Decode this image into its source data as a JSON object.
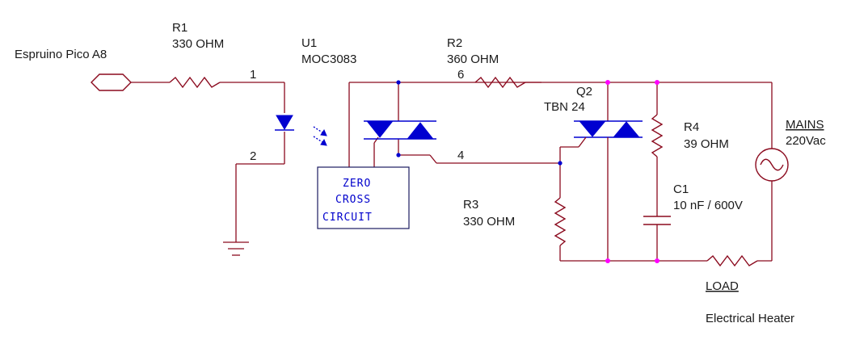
{
  "labels": {
    "input": "Espruino Pico A8",
    "r1_ref": "R1",
    "r1_val": "330 OHM",
    "u1_ref": "U1",
    "u1_val": "MOC3083",
    "r2_ref": "R2",
    "r2_val": "360 OHM",
    "q2_ref": "Q2",
    "q2_val": "TBN 24",
    "r4_ref": "R4",
    "r4_val": "39 OHM",
    "mains_ref": "MAINS",
    "mains_val": "220Vac",
    "c1_ref": "C1",
    "c1_val": "10 nF / 600V",
    "r3_ref": "R3",
    "r3_val": "330 OHM",
    "load_ref": "LOAD",
    "load_val": "Electrical Heater",
    "zc_line1": "ZERO",
    "zc_line2": "CROSS",
    "zc_line3": "CIRCUIT"
  },
  "pins": {
    "p1": "1",
    "p2": "2",
    "p4": "4",
    "p6": "6"
  },
  "colors": {
    "wire": "#8b0a1e",
    "component": "#0000d0",
    "junction": "#ff00ff",
    "text": "#1a1a1a"
  }
}
